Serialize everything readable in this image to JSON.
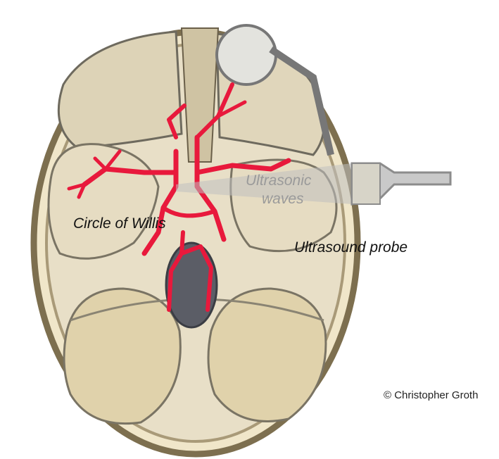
{
  "labels": {
    "circle_of_willis": "Circle of Willis",
    "ultrasound_probe": "Ultrasound probe",
    "ultrasonic_line1": "Ultrasonic",
    "ultrasonic_line2": "waves",
    "copyright": "© Christopher Groth"
  },
  "colors": {
    "bone": "#d8cba6",
    "bone_dark": "#8b7f62",
    "brain": "#e6dcc4",
    "artery": "#e8193c",
    "ventricle": "#5b5d66",
    "probe": "#c9c9c9"
  },
  "icons": {
    "skull": "skull-illustration",
    "probe": "ultrasound-probe-illustration",
    "eye": "orbit-globe",
    "arteries": "circle-of-willis-arteries"
  }
}
